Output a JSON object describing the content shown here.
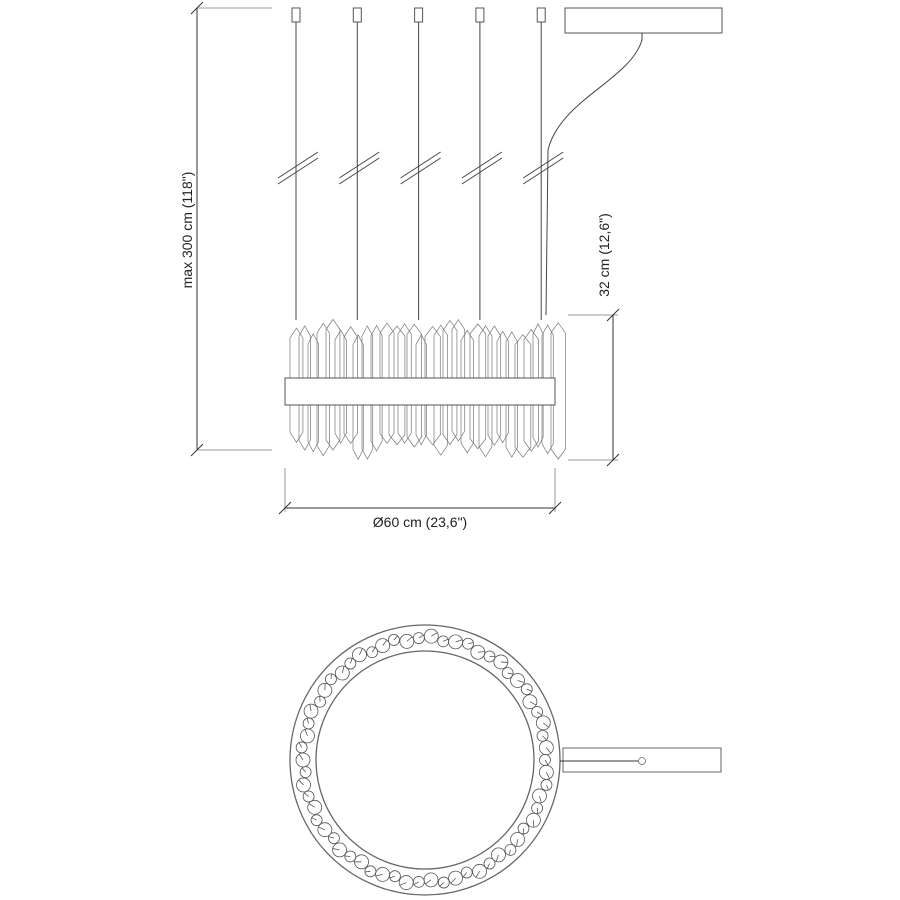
{
  "dimensions": {
    "height_label": "max 300 cm (118\")",
    "body_height_label": "32 cm (12,6\")",
    "diameter_label": "Ø60 cm (23,6\")"
  },
  "colors": {
    "line": "#555555",
    "dim": "#333333"
  },
  "suspension_count": 5,
  "crystal_count_top_view": 62
}
